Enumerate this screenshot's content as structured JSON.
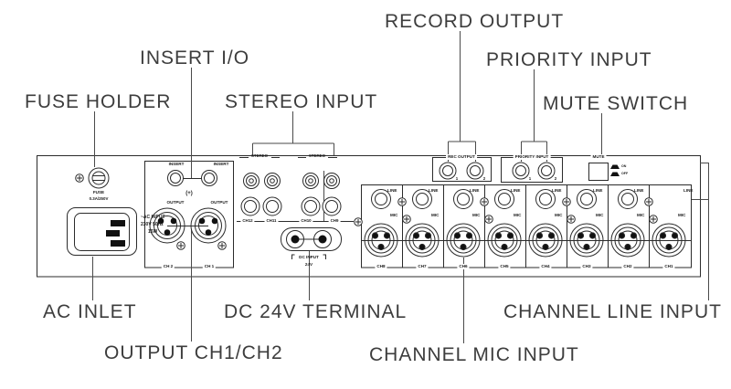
{
  "callouts": {
    "record_output": "RECORD OUTPUT",
    "insert_io": "INSERT I/O",
    "priority_input": "PRIORITY INPUT",
    "fuse_holder": "FUSE HOLDER",
    "stereo_input": "STEREO INPUT",
    "mute_switch": "MUTE SWITCH",
    "ac_inlet": "AC INLET",
    "dc_terminal": "DC 24V TERMINAL",
    "channel_line_input": "CHANNEL LINE INPUT",
    "output_ch": "OUTPUT CH1/CH2",
    "channel_mic_input": "CHANNEL MIC INPUT"
  },
  "panel": {
    "fuse": {
      "label": "FUSE",
      "rating": "0.3A/250V"
    },
    "ac": {
      "line1": "~AC INPUT",
      "line2": "230V 50Hz",
      "line3": "15W"
    },
    "insert": {
      "left": "INSERT",
      "right": "INSERT",
      "plus": "(+)",
      "out_left": "OUTPUT",
      "out_right": "OUTPUT",
      "ch_left": "CH 2",
      "ch_right": "CH 1"
    },
    "stereo": {
      "label_left": "STEREO",
      "label_right": "STEREO",
      "ch": [
        "CH12",
        "CH11",
        "CH10",
        "CH9"
      ]
    },
    "dc": {
      "label": "DC INPUT",
      "voltage": "24V"
    },
    "rec": {
      "label": "REC OUTPUT",
      "j1": "1",
      "j2": "2"
    },
    "priority": {
      "label": "PRIORITY INPUT",
      "j1": "1",
      "j2": "2"
    },
    "mute": {
      "label": "MUTE",
      "on": "ON",
      "off": "OFF"
    },
    "channels": [
      {
        "line": "LINE",
        "mic": "MIC",
        "ch": "CH8"
      },
      {
        "line": "LINE",
        "mic": "MIC",
        "ch": "CH7"
      },
      {
        "line": "LINE",
        "mic": "MIC",
        "ch": "CH6"
      },
      {
        "line": "LINE",
        "mic": "MIC",
        "ch": "CH5"
      },
      {
        "line": "LINE",
        "mic": "MIC",
        "ch": "CH4"
      },
      {
        "line": "LINE",
        "mic": "MIC",
        "ch": "CH3"
      },
      {
        "line": "LINE",
        "mic": "MIC",
        "ch": "CH2"
      },
      {
        "line": "LINE",
        "mic": "MIC",
        "ch": "CH1"
      }
    ]
  },
  "colors": {
    "panel_line": "#2b2b2b",
    "leader_line": "#4a4a4a",
    "label_text": "#3d3d3d"
  }
}
